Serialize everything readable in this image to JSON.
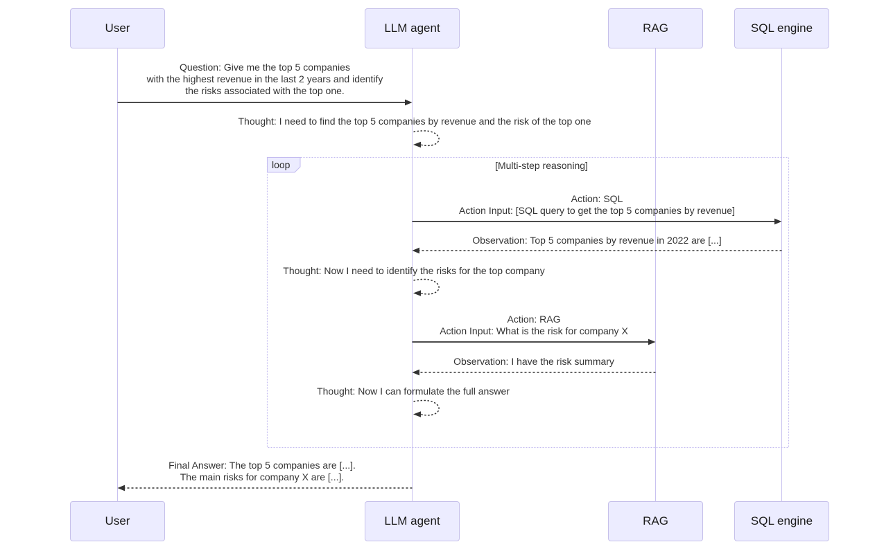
{
  "diagram": {
    "type": "sequence-diagram",
    "actors": [
      {
        "id": "user",
        "label": "User"
      },
      {
        "id": "llm-agent",
        "label": "LLM agent"
      },
      {
        "id": "rag",
        "label": "RAG"
      },
      {
        "id": "sql-engine",
        "label": "SQL engine"
      }
    ],
    "loop": {
      "label": "loop",
      "title": "[Multi-step reasoning]"
    },
    "messages": {
      "question": {
        "lines": [
          "Question: Give me the top 5 companies",
          "with the highest revenue in the last 2 years and identify",
          "the risks associated with the top one."
        ]
      },
      "thought1": "Thought: I need to find the top 5 companies by revenue and the risk of the top one",
      "action_sql": {
        "lines": [
          "Action: SQL",
          "Action Input: [SQL query to get the top 5 companies by revenue]"
        ]
      },
      "observation_sql": "Observation: Top 5 companies by revenue in 2022 are [...]",
      "thought2": "Thought: Now I need to identify the risks for the top company",
      "action_rag": {
        "lines": [
          "Action: RAG",
          "Action Input: What is the risk for company X"
        ]
      },
      "observation_rag": "Observation: I have the risk summary",
      "thought3": "Thought: Now I can formulate the full answer",
      "final_answer": {
        "lines": [
          "Final Answer: The top 5 companies are [...].",
          "The main risks for company X are [...]."
        ]
      }
    },
    "colors": {
      "actor_fill": "#ECECFF",
      "actor_border": "#C6C0EA",
      "lifeline": "#C9C2F0",
      "loop_border": "#C4BCF0",
      "arrow": "#333333",
      "text": "#333333"
    }
  }
}
